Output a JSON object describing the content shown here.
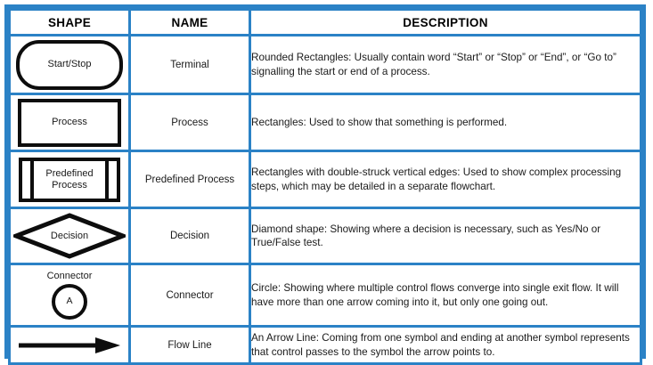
{
  "table": {
    "accent_color": "#2b82c6",
    "shape_stroke_color": "#0d0d0d",
    "headers": {
      "shape": "SHAPE",
      "name": "NAME",
      "description": "DESCRIPTION"
    },
    "rows": [
      {
        "shape_icon": "terminal-rounded-rectangle-shape",
        "shape_text": "Start/Stop",
        "name": "Terminal",
        "description": "Rounded Rectangles: Usually contain word “Start” or “Stop” or “End”, or “Go to” signalling the start or end of a process."
      },
      {
        "shape_icon": "process-rectangle-shape",
        "shape_text": "Process",
        "name": "Process",
        "description": "Rectangles: Used to show that something is performed."
      },
      {
        "shape_icon": "predefined-process-shape",
        "shape_text": "Predefined\nProcess",
        "name": "Predefined Process",
        "description": "Rectangles with double-struck vertical edges: Used to show complex processing steps, which may be detailed in a separate flowchart."
      },
      {
        "shape_icon": "decision-diamond-shape",
        "shape_text": "Decision",
        "name": "Decision",
        "description": "Diamond shape: Showing where a decision is necessary, such as Yes/No or True/False test."
      },
      {
        "shape_icon": "connector-circle-shape",
        "shape_caption": "Connector",
        "shape_text": "A",
        "name": "Connector",
        "description": "Circle: Showing where multiple control flows converge into single exit flow. It will have more than one arrow coming into it, but only one going out."
      },
      {
        "shape_icon": "flow-line-arrow-shape",
        "shape_text": "",
        "name": "Flow Line",
        "description": "An Arrow Line: Coming from one symbol and ending at another symbol represents that control passes to the symbol the arrow points to."
      }
    ]
  }
}
